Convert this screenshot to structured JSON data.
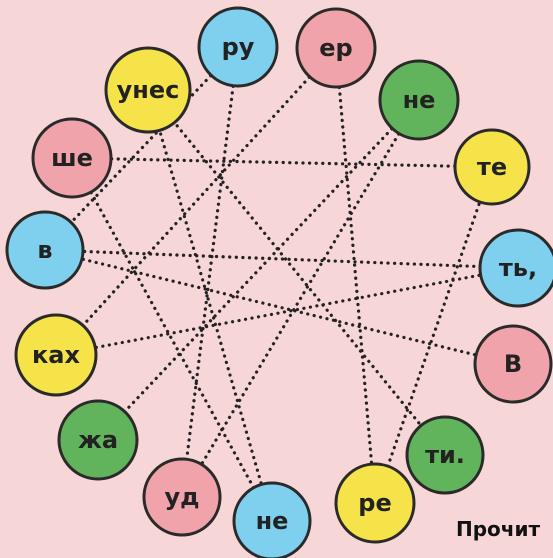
{
  "colors": {
    "blue": "#7fd0ef",
    "pink": "#f0a3aa",
    "yellow": "#f6e34a",
    "green": "#62b45c",
    "outline": "#2a2a2a",
    "line": "#222222",
    "background": "#f6d6d6"
  },
  "bubbles": [
    {
      "id": "ru",
      "label": "ру",
      "color": "blue"
    },
    {
      "id": "er",
      "label": "ер",
      "color": "pink"
    },
    {
      "id": "ne1",
      "label": "не",
      "color": "green"
    },
    {
      "id": "te",
      "label": "те",
      "color": "yellow"
    },
    {
      "id": "t",
      "label": "ть,",
      "color": "blue"
    },
    {
      "id": "V",
      "label": "В",
      "color": "pink"
    },
    {
      "id": "ti",
      "label": "ти.",
      "color": "green"
    },
    {
      "id": "re",
      "label": "ре",
      "color": "yellow"
    },
    {
      "id": "ne2",
      "label": "не",
      "color": "blue"
    },
    {
      "id": "ud",
      "label": "уд",
      "color": "pink"
    },
    {
      "id": "zha",
      "label": "жа",
      "color": "green"
    },
    {
      "id": "kah",
      "label": "ках",
      "color": "yellow"
    },
    {
      "id": "v",
      "label": "в",
      "color": "blue"
    },
    {
      "id": "she",
      "label": "ше",
      "color": "pink"
    },
    {
      "id": "unes",
      "label": "унес",
      "color": "yellow"
    }
  ],
  "connections": [
    [
      "V",
      "v"
    ],
    [
      "v",
      "t"
    ],
    [
      "t",
      "kah"
    ],
    [
      "she",
      "te"
    ],
    [
      "she",
      "ne2"
    ],
    [
      "ne1",
      "zha"
    ],
    [
      "er",
      "re"
    ],
    [
      "unes",
      "ti"
    ],
    [
      "ru",
      "ud"
    ],
    [
      "er",
      "kah"
    ],
    [
      "ne1",
      "ud"
    ],
    [
      "ru",
      "v"
    ],
    [
      "te",
      "re"
    ],
    [
      "ne2",
      "unes"
    ]
  ],
  "caption": "Прочит"
}
